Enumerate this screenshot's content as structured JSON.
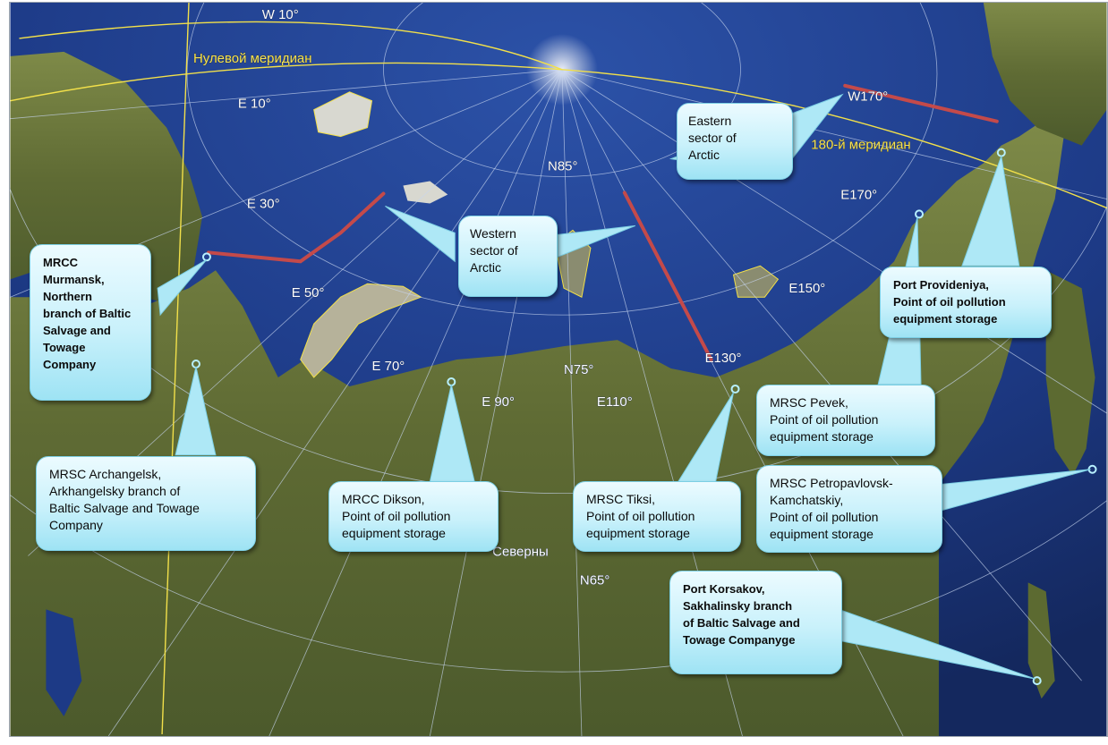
{
  "grid_labels": {
    "w10": "W 10°",
    "e10": "E 10°",
    "e30": "E 30°",
    "e50": "E 50°",
    "e70": "E 70°",
    "e90": "E 90°",
    "e110": "E110°",
    "e130": "E130°",
    "e150": "E150°",
    "e170": "E170°",
    "w170": "W170°",
    "n85": "N85°",
    "n75": "N75°",
    "n65": "N65°"
  },
  "map_labels": {
    "prime_meridian": "Нулевой меридиан",
    "meridian_180": "180-й меридиан",
    "partial_text": "Северны"
  },
  "colors": {
    "ocean": "#1f3f8f",
    "land": "#6f7a3d",
    "grid": "#c8d6f0",
    "meridian": "#f2e04a",
    "sector_boundary": "#c44a4a",
    "callout_fill": "#b8ecf8"
  },
  "callouts": {
    "murmansk": "MRCC\nMurmansk,\nNorthern\nbranch of Baltic\nSalvage and\nTowage\nCompany",
    "archangelsk": "MRSC Archangelsk,\nArkhangelsky branch of\nBaltic Salvage and Towage\nCompany",
    "dikson": "MRCC Dikson,\nPoint of oil pollution\nequipment storage",
    "tiksi": "MRSC Tiksi,\nPoint of oil pollution\nequipment storage",
    "western": "Western\nsector of\nArctic",
    "eastern": "Eastern\nsector of\nArctic",
    "pevek": "MRSC Pevek,\nPoint of oil pollution\nequipment storage",
    "petropavlovsk": "MRSC Petropavlovsk-\nKamchatskiy,\nPoint of oil pollution\nequipment storage",
    "provideniya": "Port Provideniya,\nPoint of oil pollution\nequipment storage",
    "korsakov": "Port Korsakov,\nSakhalinsky branch\nof Baltic Salvage and\nTowage Companyge"
  }
}
